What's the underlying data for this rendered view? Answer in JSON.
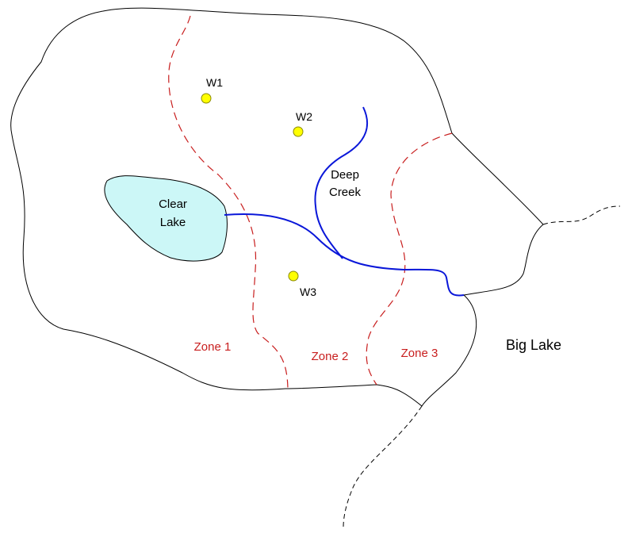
{
  "colors": {
    "background": "#ffffff",
    "boundary": "#000000",
    "lake_fill": "#ccf7f7",
    "creek": "#0a17d9",
    "zone_line": "#c81e1e",
    "zone_label": "#c81e1e",
    "well_fill": "#ffff00",
    "well_stroke": "#888800",
    "text": "#000000"
  },
  "lakes": {
    "clear_lake": {
      "line1": "Clear",
      "line2": "Lake"
    },
    "big_lake": "Big Lake"
  },
  "creek": {
    "line1": "Deep",
    "line2": "Creek"
  },
  "wells": [
    {
      "label": "W1"
    },
    {
      "label": "W2"
    },
    {
      "label": "W3"
    }
  ],
  "zones": [
    {
      "label": "Zone 1"
    },
    {
      "label": "Zone 2"
    },
    {
      "label": "Zone 3"
    }
  ]
}
